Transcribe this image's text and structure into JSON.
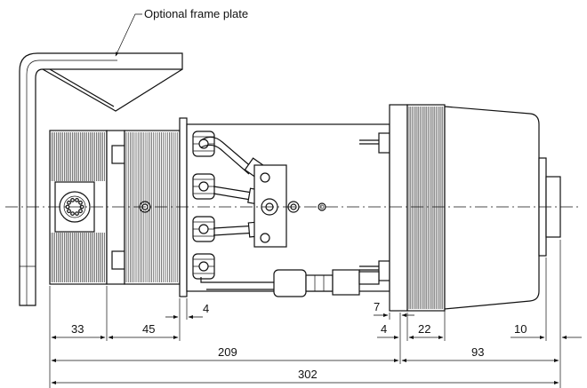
{
  "callout": {
    "label": "Optional frame plate"
  },
  "dimensions": [
    {
      "id": "d33",
      "text": "33"
    },
    {
      "id": "d45",
      "text": "45"
    },
    {
      "id": "d4a",
      "text": "4"
    },
    {
      "id": "d7",
      "text": "7"
    },
    {
      "id": "d4b",
      "text": "4"
    },
    {
      "id": "d22",
      "text": "22"
    },
    {
      "id": "d10",
      "text": "10"
    },
    {
      "id": "d209",
      "text": "209"
    },
    {
      "id": "d93",
      "text": "93"
    },
    {
      "id": "d302",
      "text": "302"
    }
  ]
}
